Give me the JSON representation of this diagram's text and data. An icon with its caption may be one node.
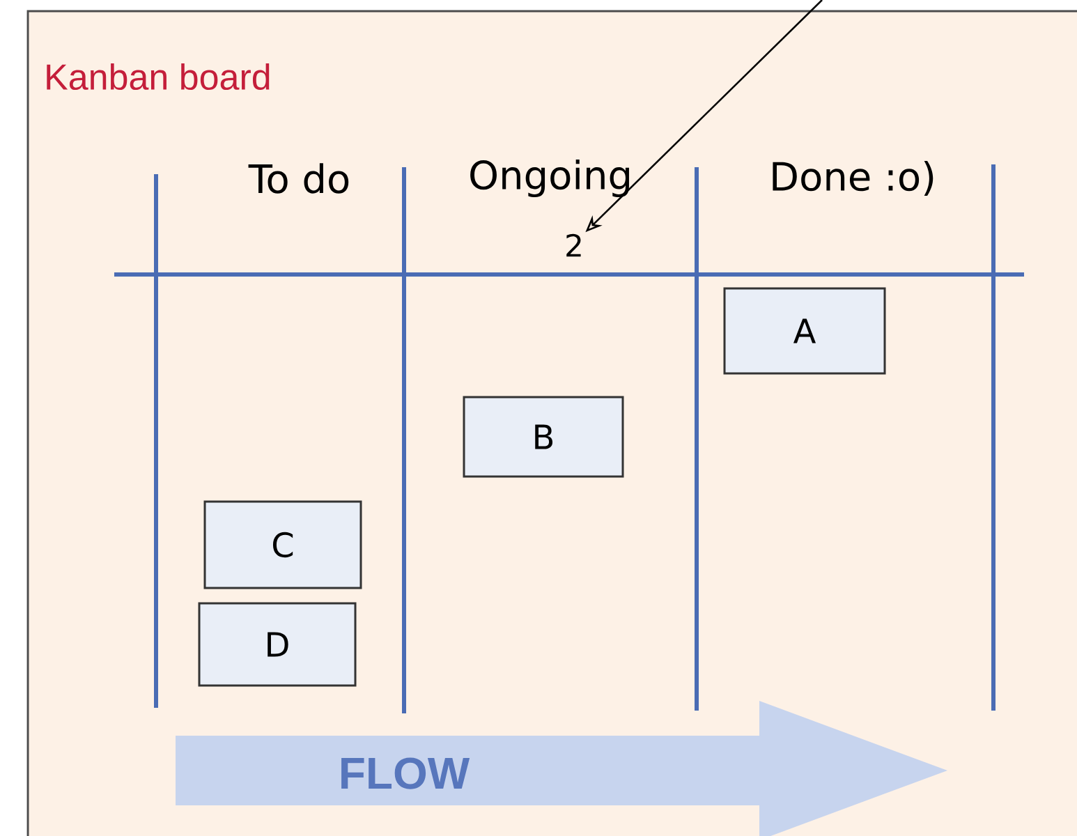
{
  "diagram": {
    "title": "Kanban board",
    "nodes": [
      {
        "text": [
          "A"
        ]
      },
      {
        "text": [
          "B"
        ]
      },
      {
        "text": [
          "C"
        ]
      },
      {
        "text": [
          "D"
        ]
      },
      {
        "text": [
          "2"
        ]
      },
      {
        "text": [
          "FLOW"
        ]
      }
    ],
    "edges": [
      {
        "from": null,
        "to": 4,
        "arrow": "to"
      }
    ],
    "labels": [
      "To do",
      "Ongoing",
      "Done :o)"
    ]
  }
}
